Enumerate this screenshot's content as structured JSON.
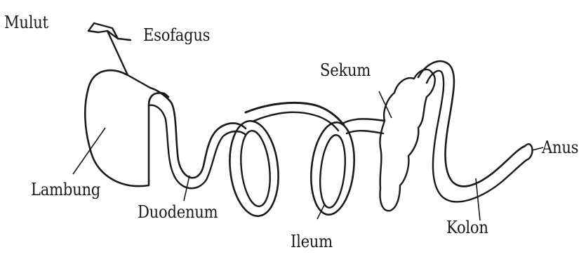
{
  "labels": {
    "mulut": "Mulut",
    "esofagus": "Esofagus",
    "sekum": "Sekum",
    "anus": "Anus",
    "lambung": "Lambung",
    "duodenum": "Duodenum",
    "ileum": "Ileum",
    "kolon": "Kolon"
  },
  "colors": {
    "ink": "#1a1a1a",
    "background": "#ffffff"
  }
}
